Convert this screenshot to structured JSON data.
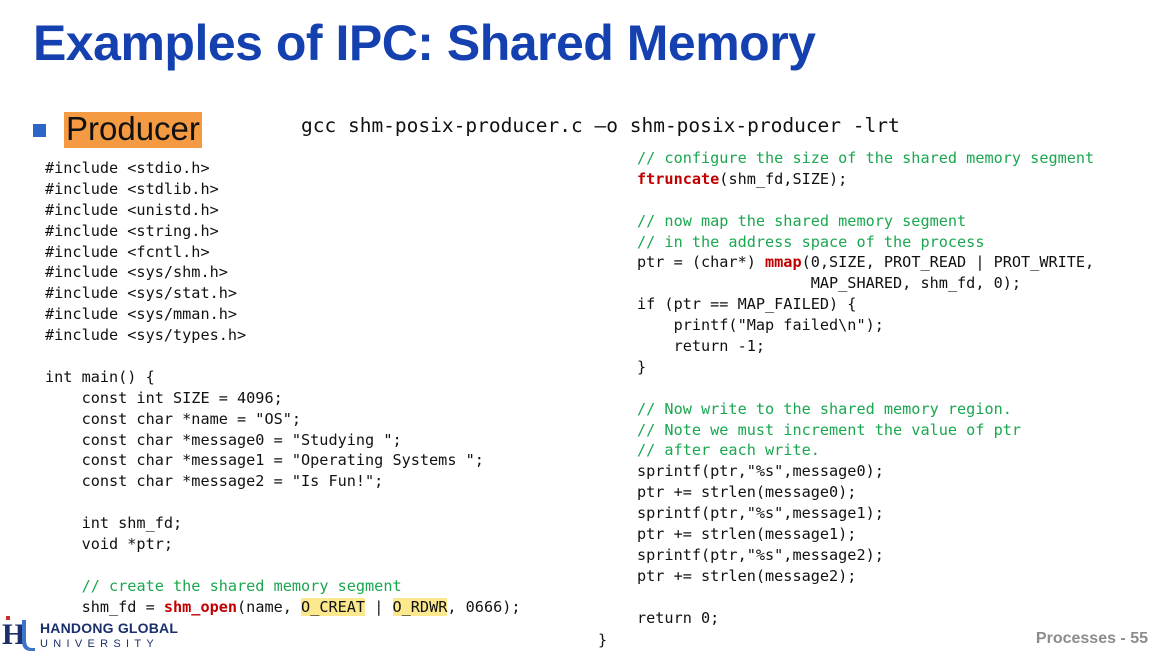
{
  "slide": {
    "title": "Examples of IPC: Shared Memory",
    "bullet_label": "Producer",
    "compile_command": "gcc shm-posix-producer.c –o shm-posix-producer -lrt",
    "closing_brace": "}",
    "page_label": "Processes - 55",
    "accent_color": "#1540b0",
    "highlight_color": "#f39a43"
  },
  "logo": {
    "name": "HANDONG GLOBAL",
    "subtitle": "UNIVERSITY",
    "mark": "HGU"
  },
  "code_left": [
    [
      {
        "t": "#include <stdio.h>"
      }
    ],
    [
      {
        "t": "#include <stdlib.h>"
      }
    ],
    [
      {
        "t": "#include <unistd.h>"
      }
    ],
    [
      {
        "t": "#include <string.h>"
      }
    ],
    [
      {
        "t": "#include <fcntl.h>"
      }
    ],
    [
      {
        "t": "#include <sys/shm.h>"
      }
    ],
    [
      {
        "t": "#include <sys/stat.h>"
      }
    ],
    [
      {
        "t": "#include <sys/mman.h>"
      }
    ],
    [
      {
        "t": "#include <sys/types.h>"
      }
    ],
    [
      {
        "t": ""
      }
    ],
    [
      {
        "t": "int main() {"
      }
    ],
    [
      {
        "t": "    const int SIZE = 4096;"
      }
    ],
    [
      {
        "t": "    const char *name = \"OS\";"
      }
    ],
    [
      {
        "t": "    const char *message0 = \"Studying \";"
      }
    ],
    [
      {
        "t": "    const char *message1 = \"Operating Systems \";"
      }
    ],
    [
      {
        "t": "    const char *message2 = \"Is Fun!\";"
      }
    ],
    [
      {
        "t": ""
      }
    ],
    [
      {
        "t": "    int shm_fd;"
      }
    ],
    [
      {
        "t": "    void *ptr;"
      }
    ],
    [
      {
        "t": ""
      }
    ],
    [
      {
        "t": "    "
      },
      {
        "t": "// create the shared memory segment",
        "c": "cm"
      }
    ],
    [
      {
        "t": "    shm_fd = "
      },
      {
        "t": "shm_open",
        "c": "fn"
      },
      {
        "t": "(name, "
      },
      {
        "t": "O_CREAT",
        "c": "hl"
      },
      {
        "t": " | "
      },
      {
        "t": "O_RDWR",
        "c": "hl"
      },
      {
        "t": ", 0666);"
      }
    ]
  ],
  "code_right": [
    [
      {
        "t": "// configure the size of the shared memory segment",
        "c": "cm"
      }
    ],
    [
      {
        "t": "ftruncate",
        "c": "fn"
      },
      {
        "t": "(shm_fd,SIZE);"
      }
    ],
    [
      {
        "t": ""
      }
    ],
    [
      {
        "t": "// now map the shared memory segment",
        "c": "cm"
      }
    ],
    [
      {
        "t": "// in the address space of the process",
        "c": "cm"
      }
    ],
    [
      {
        "t": "ptr = (char*) "
      },
      {
        "t": "mmap",
        "c": "fn"
      },
      {
        "t": "(0,SIZE, PROT_READ | PROT_WRITE,"
      }
    ],
    [
      {
        "t": "                   MAP_SHARED, shm_fd, 0);"
      }
    ],
    [
      {
        "t": "if (ptr == MAP_FAILED) {"
      }
    ],
    [
      {
        "t": "    printf(\"Map failed\\n\");"
      }
    ],
    [
      {
        "t": "    return -1;"
      }
    ],
    [
      {
        "t": "}"
      }
    ],
    [
      {
        "t": ""
      }
    ],
    [
      {
        "t": "// Now write to the shared memory region.",
        "c": "cm"
      }
    ],
    [
      {
        "t": "// Note we must increment the value of ptr",
        "c": "cm"
      }
    ],
    [
      {
        "t": "// after each write.",
        "c": "cm"
      }
    ],
    [
      {
        "t": "sprintf(ptr,\"%s\",message0);"
      }
    ],
    [
      {
        "t": "ptr += strlen(message0);"
      }
    ],
    [
      {
        "t": "sprintf(ptr,\"%s\",message1);"
      }
    ],
    [
      {
        "t": "ptr += strlen(message1);"
      }
    ],
    [
      {
        "t": "sprintf(ptr,\"%s\",message2);"
      }
    ],
    [
      {
        "t": "ptr += strlen(message2);"
      }
    ],
    [
      {
        "t": ""
      }
    ],
    [
      {
        "t": "return 0;"
      }
    ]
  ]
}
